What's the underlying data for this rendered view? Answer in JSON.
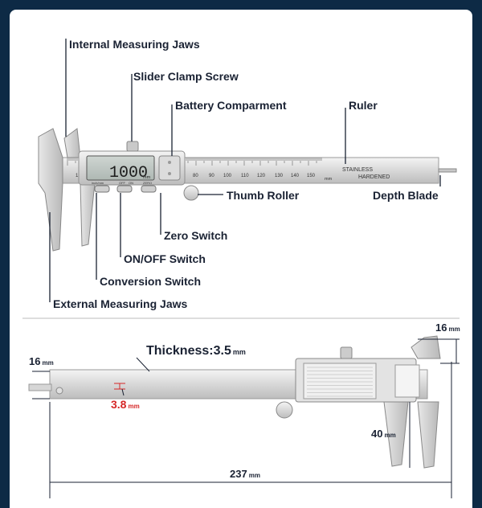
{
  "top_labels": {
    "internal_jaws": "Internal Measuring Jaws",
    "slider_clamp": "Slider Clamp Screw",
    "battery": "Battery  Comparment",
    "ruler": "Ruler",
    "thumb_roller": "Thumb Roller",
    "depth_blade": "Depth Blade",
    "zero_switch": "Zero Switch",
    "on_off": "ON/OFF Switch",
    "conversion": "Conversion Switch",
    "external_jaws": "External Measuring Jaws"
  },
  "display": {
    "reading": "1000",
    "unit": "mm",
    "button_labels": [
      "inch/mm",
      "OFF",
      "ON",
      "ZERO"
    ]
  },
  "ruler": {
    "imprint_top": "STAINLESS",
    "imprint_bottom": "HARDENED",
    "unit_mark": "mm",
    "tick_labels": [
      "10",
      "80",
      "90",
      "100",
      "110",
      "120",
      "130",
      "140",
      "150"
    ]
  },
  "dimensions": {
    "thickness_label": "Thickness:",
    "thickness_value": "3.5",
    "blade_value": "3.8",
    "left_height_value": "16",
    "top_right_value": "16",
    "jaw_value": "40",
    "length_value": "237",
    "unit": "mm"
  },
  "colors": {
    "background": "#0d2a45",
    "accent_red": "#d62828",
    "text": "#1a2233"
  }
}
